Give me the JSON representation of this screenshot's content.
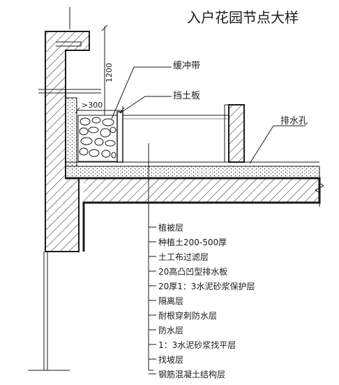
{
  "title": "入户花园节点大样",
  "dimensions": {
    "height": "1200",
    "offset": ">300"
  },
  "callouts": {
    "buffer_belt": "缓冲带",
    "retaining_board": "挡土板",
    "drain_hole": "排水孔"
  },
  "layers": [
    "植被层",
    "种植土200-500厚",
    "土工布过滤层",
    "20高凸凹型排水板",
    "20厚1：3水泥砂浆保护层",
    "隔离层",
    "耐根穿刺防水层",
    "防水层",
    "1：3水泥砂浆找平层",
    "找坡层",
    "钢筋混凝土结构层"
  ],
  "colors": {
    "line": "#1a1a1a",
    "fill": "#ffffff"
  }
}
